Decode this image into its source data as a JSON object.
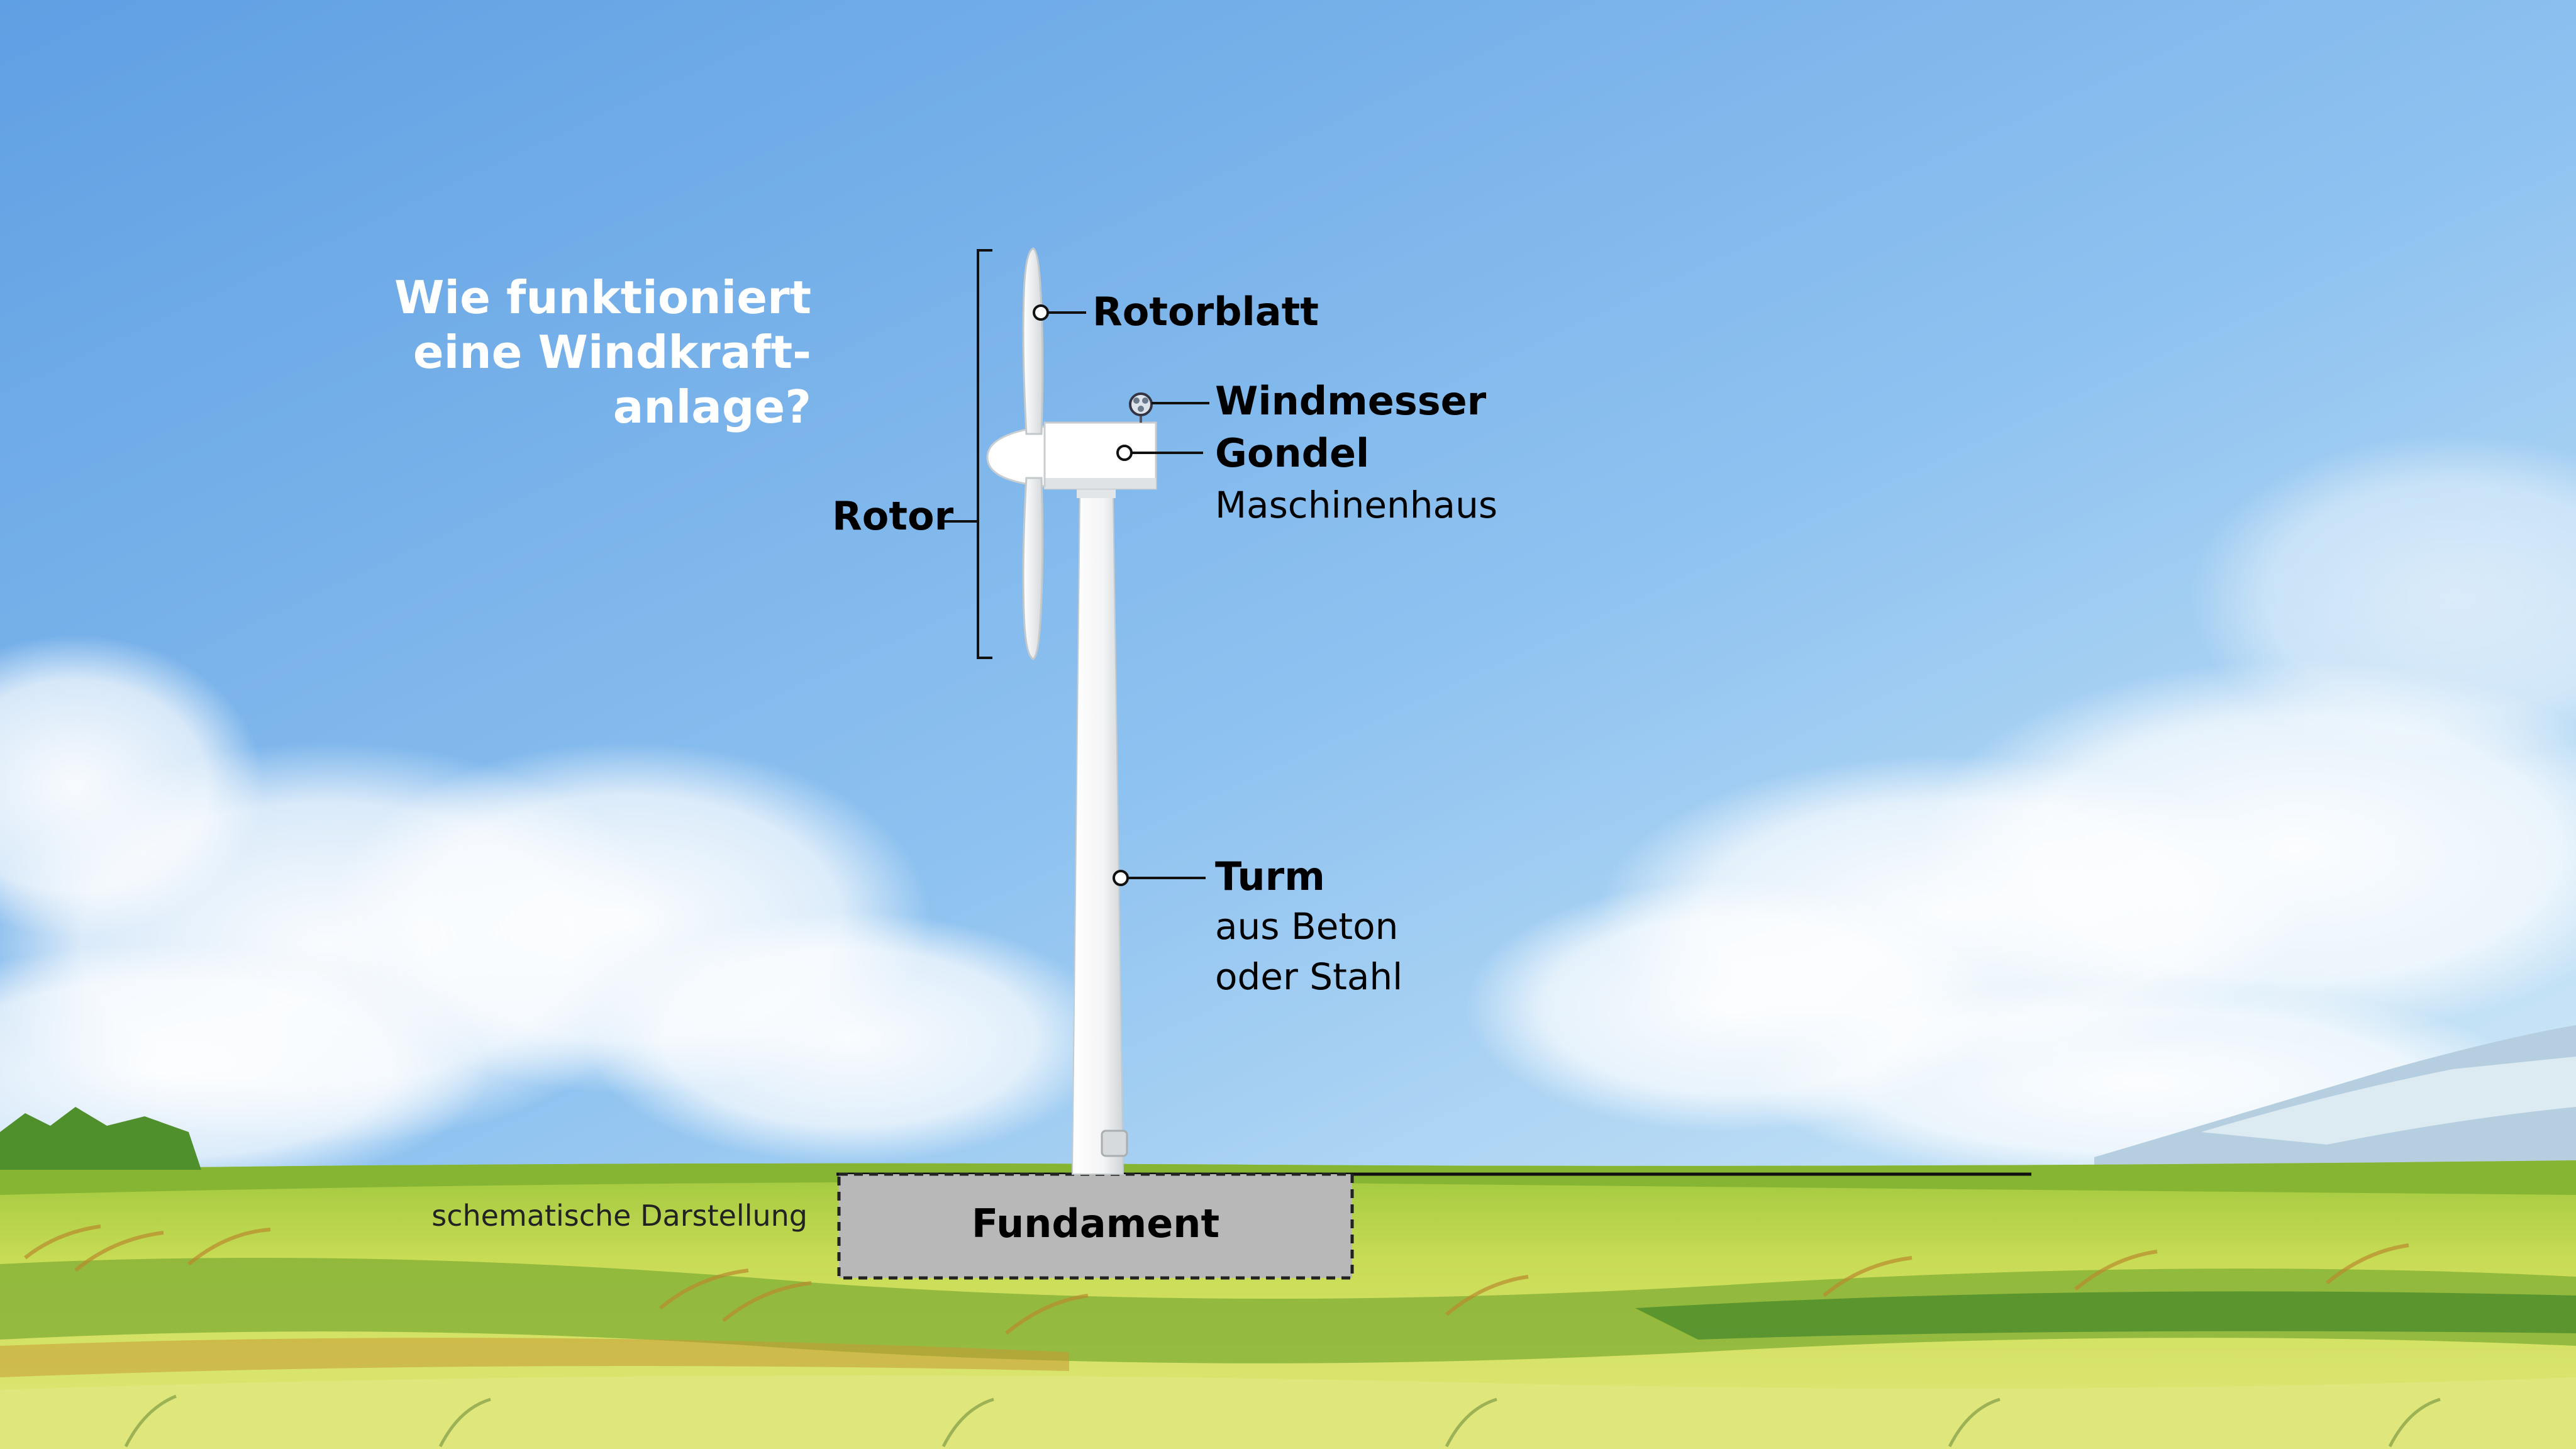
{
  "title": {
    "lines": [
      "Wie funktioniert",
      "eine Windkraft-",
      "anlage?"
    ]
  },
  "labels": {
    "rotorblatt": "Rotorblatt",
    "windmesser": "Windmesser",
    "gondel": "Gondel",
    "gondel_sub": "Maschinenhaus",
    "rotor": "Rotor",
    "turm": "Turm",
    "turm_sub_1": "aus Beton",
    "turm_sub_2": "oder Stahl",
    "fundament": "Fundament",
    "note": "schematische Darstellung"
  },
  "colors": {
    "sky_top": "#6ea9e6",
    "sky_bottom": "#cfe6f7",
    "grass_light": "#d9e36a",
    "grass_mid": "#a9cc3f",
    "grass_dark": "#5c9a2a",
    "turbine_white": "#ffffff",
    "turbine_shade": "#d9dde0",
    "foundation": "#b7b7b7",
    "title_text": "#ffffff"
  }
}
